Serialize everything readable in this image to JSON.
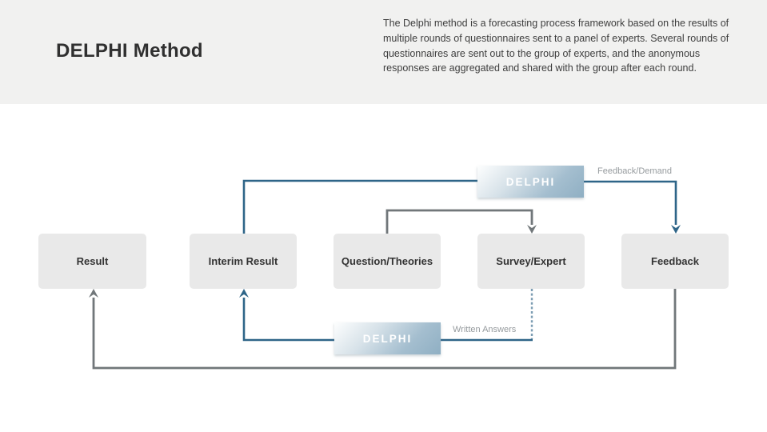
{
  "slide": {
    "title": "DELPHI Method",
    "description": "The Delphi method is a forecasting process framework based on the results of multiple rounds of questionnaires sent to a panel of experts. Several rounds of questionnaires are sent out to the group of experts, and the anonymous responses are aggregated and shared with the group after each round."
  },
  "diagram": {
    "delphi_top": {
      "label": "DELPHI"
    },
    "delphi_bottom": {
      "label": "DELPHI"
    },
    "nodes": [
      {
        "id": "result",
        "label": "Result"
      },
      {
        "id": "interim-result",
        "label": "Interim Result"
      },
      {
        "id": "question-theories",
        "label": "Question/Theories"
      },
      {
        "id": "survey-expert",
        "label": "Survey/Expert"
      },
      {
        "id": "feedback",
        "label": "Feedback"
      }
    ],
    "connector_labels": {
      "feedback_demand": "Feedback/Demand",
      "written_answers": "Written Answers"
    },
    "colors": {
      "flow_blue": "#2e6588",
      "flow_gray": "#71777a",
      "dashed_blue": "#7d9db3",
      "node_fill": "#e9e9e9",
      "delphi_gradient_start": "#fdfefe",
      "delphi_gradient_end": "#8fafc3",
      "label_gray": "#969b9e",
      "header_band": "#f1f1f0",
      "title_text": "#303030"
    }
  }
}
